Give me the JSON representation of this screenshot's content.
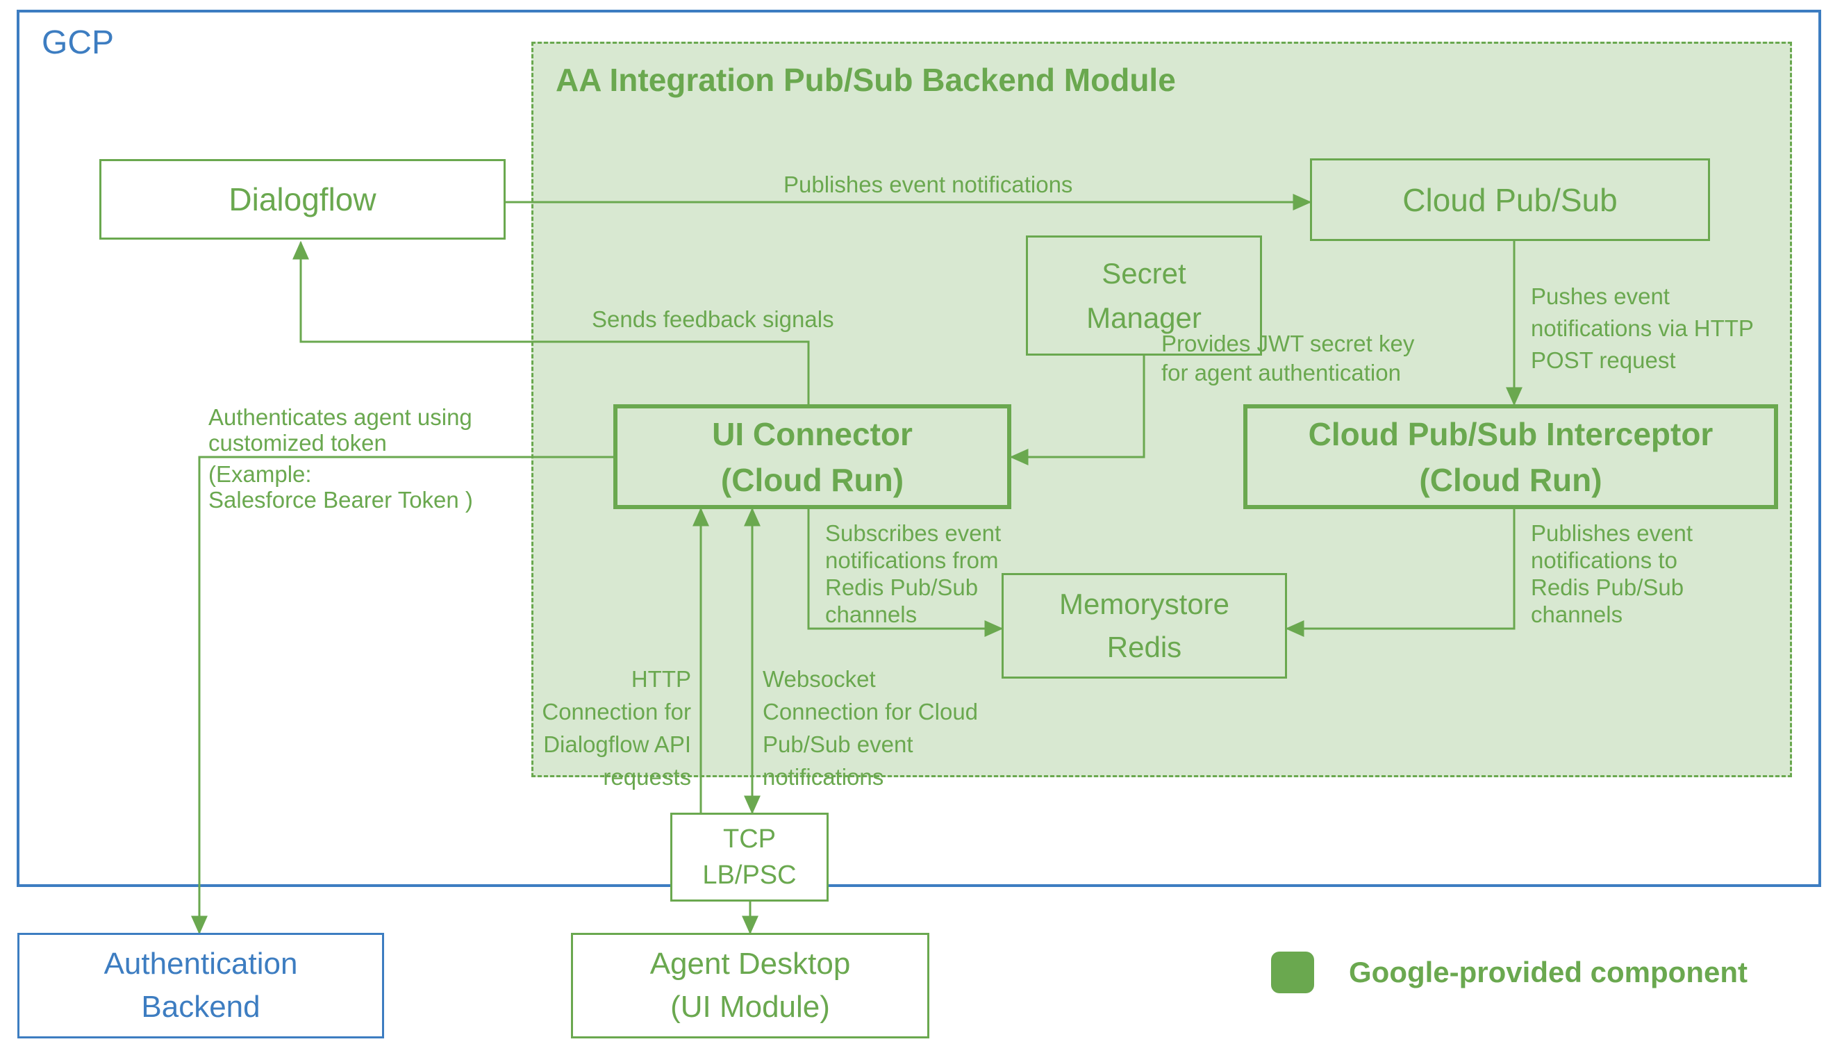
{
  "colors": {
    "green": "#6aa84f",
    "green_fill": "#d8e8d1",
    "blue": "#3d7dc1",
    "white": "#ffffff"
  },
  "gcp": {
    "label": "GCP"
  },
  "module": {
    "title": "AA Integration Pub/Sub Backend Module"
  },
  "nodes": {
    "dialogflow": {
      "label": "Dialogflow"
    },
    "cloud_pubsub": {
      "label": "Cloud Pub/Sub"
    },
    "secret_manager": {
      "label": "Secret\nManager"
    },
    "ui_connector": {
      "label": "UI Connector\n(Cloud Run)"
    },
    "pubsub_interceptor": {
      "label": "Cloud Pub/Sub Interceptor\n(Cloud Run)"
    },
    "memorystore_redis": {
      "label": "Memorystore\nRedis"
    },
    "tcp_lb_psc": {
      "label": "TCP\nLB/PSC"
    },
    "agent_desktop": {
      "label": "Agent Desktop\n(UI Module)"
    },
    "auth_backend": {
      "label": "Authentication\nBackend"
    }
  },
  "edges": {
    "publishes_notifications": {
      "label": "Publishes event notifications"
    },
    "sends_feedback": {
      "label": "Sends feedback signals"
    },
    "provides_jwt": {
      "label": "Provides JWT secret key\nfor agent authentication"
    },
    "pushes_http_post": {
      "label": "Pushes event\nnotifications via HTTP\nPOST request"
    },
    "authenticates_agent": {
      "label_above": "Authenticates agent using\ncustomized token",
      "label_below": "(Example:\nSalesforce Bearer Token )"
    },
    "subscribes_redis": {
      "label": "Subscribes event\nnotifications from\nRedis Pub/Sub\nchannels"
    },
    "publishes_redis": {
      "label": "Publishes event\nnotifications to\nRedis Pub/Sub\nchannels"
    },
    "http_connection": {
      "label": "HTTP\nConnection for\nDialogflow API\nrequests"
    },
    "websocket_connection": {
      "label": "Websocket\nConnection for Cloud\nPub/Sub event\nnotifications"
    }
  },
  "legend": {
    "label": "Google-provided component"
  }
}
